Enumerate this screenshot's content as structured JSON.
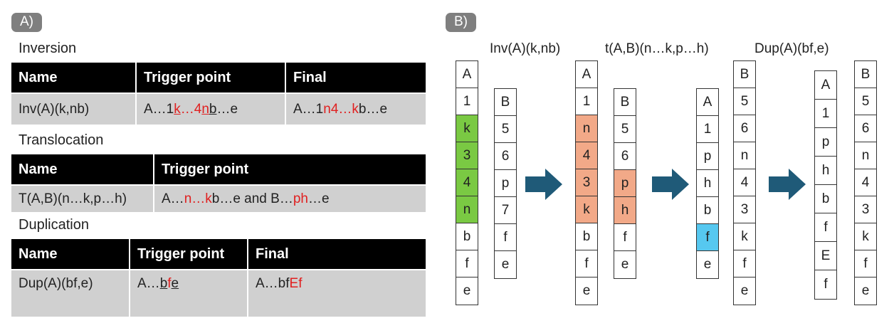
{
  "panelA": {
    "badge": "A)",
    "inversion": {
      "title": "Inversion",
      "headers": [
        "Name",
        "Trigger point",
        "Final"
      ],
      "row": {
        "name": "Inv(A)(k,nb)",
        "trigger": [
          {
            "t": "A…1",
            "c": ""
          },
          {
            "t": "k",
            "c": "red u"
          },
          {
            "t": "…4",
            "c": "red"
          },
          {
            "t": "n",
            "c": "red u"
          },
          {
            "t": "b",
            "c": "u"
          },
          {
            "t": "…e",
            "c": ""
          }
        ],
        "final": [
          {
            "t": "A…1",
            "c": ""
          },
          {
            "t": "n4…k",
            "c": "red"
          },
          {
            "t": "b…e",
            "c": ""
          }
        ]
      }
    },
    "translocation": {
      "title": "Translocation",
      "headers": [
        "Name",
        "Trigger point"
      ],
      "row": {
        "name": "T(A,B)(n…k,p…h)",
        "trigger": [
          {
            "t": "A…",
            "c": ""
          },
          {
            "t": "n…k",
            "c": "red"
          },
          {
            "t": "b…e and B…",
            "c": ""
          },
          {
            "t": "ph",
            "c": "red"
          },
          {
            "t": "…e",
            "c": ""
          }
        ]
      }
    },
    "duplication": {
      "title": "Duplication",
      "headers": [
        "Name",
        "Trigger point",
        "Final"
      ],
      "row": {
        "name": "Dup(A)(bf,e)",
        "trigger": [
          {
            "t": "A…",
            "c": ""
          },
          {
            "t": "b",
            "c": "u"
          },
          {
            "t": "f",
            "c": "red"
          },
          {
            "t": "e",
            "c": "u"
          }
        ],
        "final": [
          {
            "t": "A…bf",
            "c": ""
          },
          {
            "t": "E",
            "c": "red"
          },
          {
            "t": "f",
            "c": "red"
          }
        ]
      }
    }
  },
  "panelB": {
    "badge": "B)",
    "labels": {
      "inv": "Inv(A)(k,nb)",
      "trans": "t(A,B)(n…k,p…h)",
      "dup": "Dup(A)(bf,e)"
    },
    "columns": [
      {
        "id": "s0A",
        "cells": [
          "A",
          "1",
          "k",
          "3",
          "4",
          "n",
          "b",
          "f",
          "e"
        ],
        "highlight": [
          2,
          3,
          4,
          5
        ],
        "color": "#7ac943"
      },
      {
        "id": "s0B",
        "cells": [
          "B",
          "5",
          "6",
          "p",
          "7",
          "f",
          "e"
        ],
        "highlight": [],
        "color": ""
      },
      {
        "id": "s1A",
        "cells": [
          "A",
          "1",
          "n",
          "4",
          "3",
          "k",
          "b",
          "f",
          "e"
        ],
        "highlight": [
          2,
          3,
          4,
          5
        ],
        "color": "#f2a988"
      },
      {
        "id": "s1B",
        "cells": [
          "B",
          "5",
          "6",
          "p",
          "h",
          "f",
          "e"
        ],
        "highlight": [
          3,
          4
        ],
        "color": "#f2a988"
      },
      {
        "id": "s2A",
        "cells": [
          "A",
          "1",
          "p",
          "h",
          "b",
          "f",
          "e"
        ],
        "highlight": [
          5
        ],
        "color": "#56c8f0"
      },
      {
        "id": "s2B",
        "cells": [
          "B",
          "5",
          "6",
          "n",
          "4",
          "3",
          "k",
          "f",
          "e"
        ],
        "highlight": [],
        "color": ""
      },
      {
        "id": "s3A",
        "cells": [
          "A",
          "1",
          "p",
          "h",
          "b",
          "f",
          "E",
          "f"
        ],
        "highlight": [],
        "color": ""
      },
      {
        "id": "s3B",
        "cells": [
          "B",
          "5",
          "6",
          "n",
          "4",
          "3",
          "k",
          "f",
          "e"
        ],
        "highlight": [],
        "color": ""
      }
    ],
    "arrow_color": "#1f5a78"
  }
}
